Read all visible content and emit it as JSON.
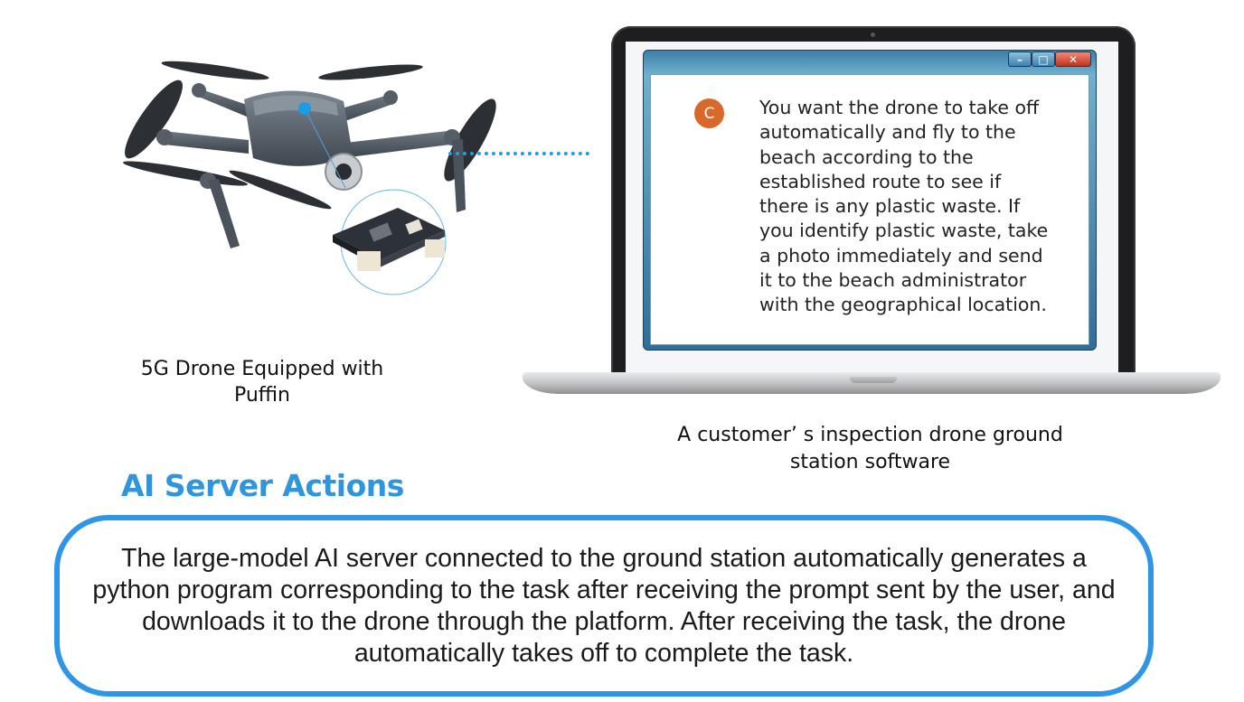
{
  "drone": {
    "caption_line1": "5G Drone Equipped with",
    "caption_line2": "Puffin"
  },
  "ground_station": {
    "badge_letter": "C",
    "prompt": "You want the drone to take off\nautomatically and fly to the\nbeach according to the\nestablished route to see if\nthere is any plastic waste. If\nyou identify plastic waste, take\n a photo immediately and send\n it to the beach administrator\nwith the geographical location.",
    "window_buttons": {
      "minimize": "–",
      "maximize": "□",
      "close": "✕"
    },
    "caption_line1": "A customer’ s inspection drone ground",
    "caption_line2": "station software"
  },
  "ai_section": {
    "title": "AI Server Actions",
    "description": "The large-model AI server connected to the ground station automatically generates a python program corresponding to the task after receiving the prompt sent by the user, and downloads it to the drone through the platform. After receiving the task, the drone automatically takes off to complete the task."
  },
  "colors": {
    "accent_blue": "#2f95dc",
    "box_border": "#2f95e6",
    "badge_orange": "#d9692a",
    "connector_blue": "#2a9bd6"
  },
  "icons": [
    "drone-icon",
    "puffin-module-icon",
    "laptop-icon",
    "window-controls-icons"
  ]
}
